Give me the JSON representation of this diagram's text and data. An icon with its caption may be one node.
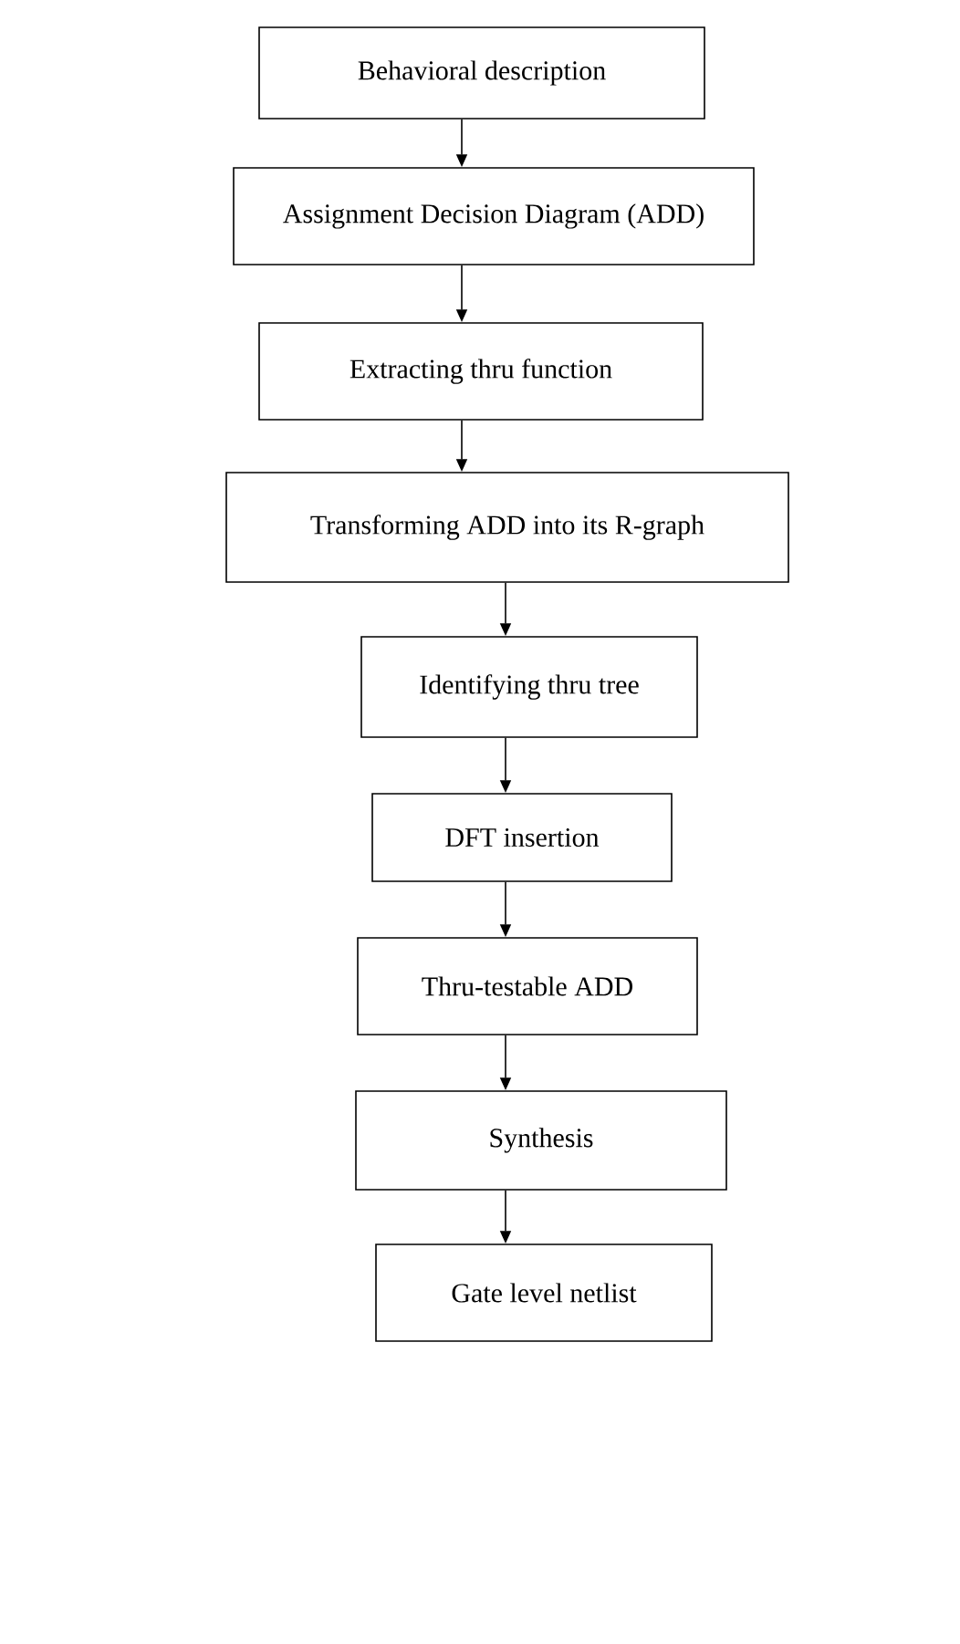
{
  "diagram": {
    "nodes": [
      {
        "text": [
          "Behavioral description"
        ]
      },
      {
        "text": [
          "Assignment Decision Diagram (ADD)"
        ]
      },
      {
        "text": [
          "Extracting thru function"
        ]
      },
      {
        "text": [
          "Transforming ADD into its R-graph"
        ]
      },
      {
        "text": [
          "Identifying thru tree"
        ]
      },
      {
        "text": [
          "DFT insertion"
        ]
      },
      {
        "text": [
          "Thru-testable ADD"
        ]
      },
      {
        "text": [
          "Synthesis"
        ]
      },
      {
        "text": [
          "Gate level netlist"
        ]
      }
    ],
    "edges": [
      {
        "from": 0,
        "to": 1,
        "arrow": "to"
      },
      {
        "from": 1,
        "to": 2,
        "arrow": "to"
      },
      {
        "from": 2,
        "to": 3,
        "arrow": "to"
      },
      {
        "from": 3,
        "to": 4,
        "arrow": "to"
      },
      {
        "from": 4,
        "to": 5,
        "arrow": "to"
      },
      {
        "from": 5,
        "to": 6,
        "arrow": "to"
      },
      {
        "from": 6,
        "to": 7,
        "arrow": "to"
      },
      {
        "from": 7,
        "to": 8,
        "arrow": "to"
      }
    ]
  }
}
